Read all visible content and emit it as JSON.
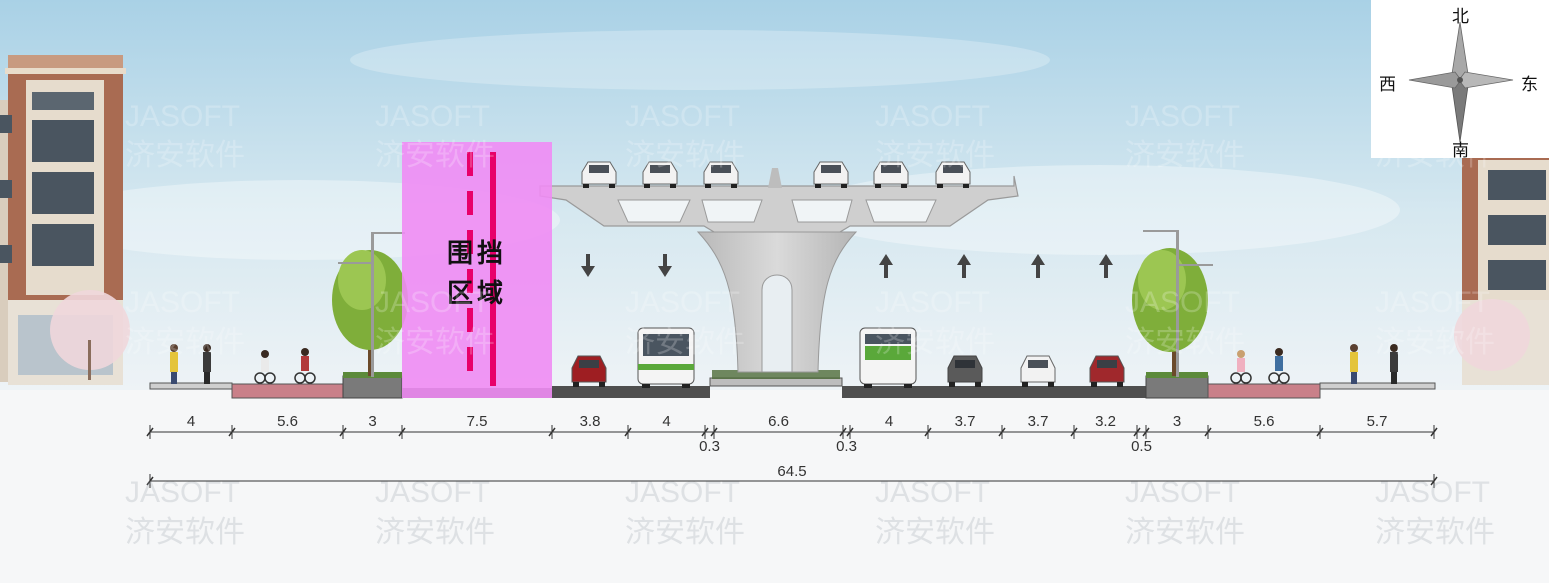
{
  "enclosure": {
    "label_line1": "围挡",
    "label_line2": "区域"
  },
  "compass": {
    "north": "北",
    "south": "南",
    "east": "东",
    "west": "西"
  },
  "watermark": {
    "latin": "JASOFT",
    "chinese": "济安软件"
  },
  "dimensions": {
    "lanes": [
      {
        "width": "4",
        "type": "sidewalk"
      },
      {
        "width": "5.6",
        "type": "bike-lane"
      },
      {
        "width": "3",
        "type": "green-belt"
      },
      {
        "width": "7.5",
        "type": "enclosure-zone"
      },
      {
        "width": "3.8",
        "type": "roadway"
      },
      {
        "width": "4",
        "type": "bus-lane"
      },
      {
        "width": "6.6",
        "type": "median-pier"
      },
      {
        "width": "4",
        "type": "bus-lane"
      },
      {
        "width": "3.7",
        "type": "roadway"
      },
      {
        "width": "3.7",
        "type": "roadway"
      },
      {
        "width": "3.2",
        "type": "roadway"
      },
      {
        "width": "3",
        "type": "green-belt"
      },
      {
        "width": "5.6",
        "type": "bike-lane"
      },
      {
        "width": "5.7",
        "type": "sidewalk"
      }
    ],
    "small_gaps": [
      "0.3",
      "0.3",
      "0.5"
    ],
    "total": "64.5"
  },
  "traffic_arrows": {
    "left_direction": "down",
    "right_direction": "up"
  },
  "colors": {
    "sky_top": "#bcdcea",
    "sky_bottom": "#eef4f7",
    "enclosure": "#f09cf4",
    "enclosure_line": "#e8006a",
    "bike_lane": "#c98089",
    "road": "#4f4f4f",
    "concrete": "#cfcfcf"
  }
}
